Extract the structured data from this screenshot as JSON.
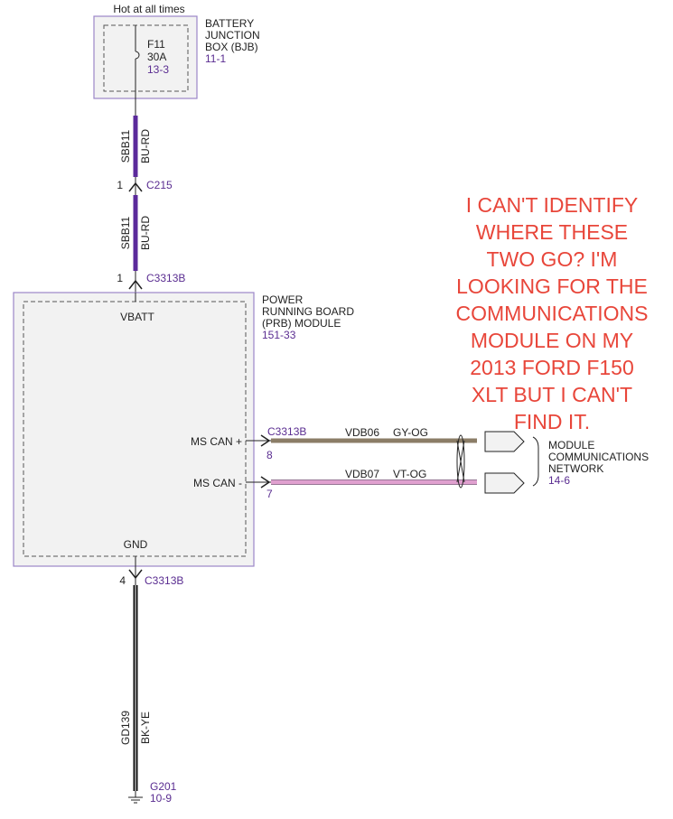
{
  "colors": {
    "bu_rd_wire": "#5b2a9b",
    "gy_og_wire": "#8b7d67",
    "vt_og_wire": "#e0a0cf",
    "bk_ye_wire": "#111111",
    "module_fill": "#f2f2f2",
    "module_border": "#9b86c8",
    "reference_text": "#5a2d91",
    "annotation_text": "#e8463a"
  },
  "power_source": {
    "label": "Hot at all times"
  },
  "bjb": {
    "name_lines": [
      "BATTERY",
      "JUNCTION",
      "BOX (BJB)"
    ],
    "ref": "11-1",
    "fuse_id": "F11",
    "fuse_rating": "30A",
    "fuse_ref": "13-3"
  },
  "wire_sbb11_upper": {
    "circuit": "SBB11",
    "color_code": "BU-RD"
  },
  "connector_c215": {
    "pin": "1",
    "name": "C215"
  },
  "wire_sbb11_lower": {
    "circuit": "SBB11",
    "color_code": "BU-RD"
  },
  "connector_c3313b_vbatt": {
    "pin": "1",
    "name": "C3313B"
  },
  "prb_module": {
    "name_lines": [
      "POWER",
      "RUNNING BOARD",
      "(PRB) MODULE"
    ],
    "ref": "151-33",
    "pin_vbatt": "VBATT",
    "pin_ms_can_plus": "MS CAN +",
    "pin_ms_can_minus": "MS CAN -",
    "pin_gnd": "GND"
  },
  "connector_c3313b_can": {
    "name": "C3313B",
    "pin_plus": "8",
    "pin_minus": "7"
  },
  "wire_vdb06": {
    "circuit": "VDB06",
    "color_code": "GY-OG"
  },
  "wire_vdb07": {
    "circuit": "VDB07",
    "color_code": "VT-OG"
  },
  "network": {
    "name_lines": [
      "MODULE",
      "COMMUNICATIONS",
      "NETWORK"
    ],
    "ref": "14-6"
  },
  "connector_c3313b_gnd": {
    "pin": "4",
    "name": "C3313B"
  },
  "wire_gd139": {
    "circuit": "GD139",
    "color_code": "BK-YE"
  },
  "ground": {
    "name": "G201",
    "ref": "10-9"
  },
  "annotation": {
    "lines": [
      "I CAN'T IDENTIFY",
      "WHERE THESE",
      "TWO GO? I'M",
      "LOOKING FOR THE",
      "COMMUNICATIONS",
      "MODULE ON MY",
      "2013 FORD F150",
      "XLT BUT I CAN'T",
      "FIND IT."
    ]
  }
}
